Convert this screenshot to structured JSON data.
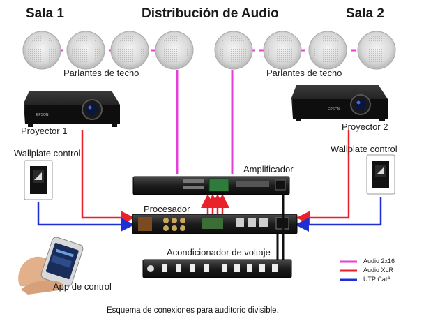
{
  "titles": {
    "room1": "Sala 1",
    "main": "Distribución de Audio",
    "room2": "Sala 2"
  },
  "labels": {
    "speakers_left": "Parlantes de techo",
    "speakers_right": "Parlantes de techo",
    "projector1": "Proyector 1",
    "projector2": "Proyector 2",
    "wallplate_left": "Wallplate control",
    "wallplate_right": "Wallplate control",
    "amplifier": "Amplificador",
    "processor": "Procesador",
    "conditioner": "Acondicionador de voltaje",
    "app": "App de control",
    "projector_brand": "EPSON"
  },
  "legend": [
    {
      "label": "Audio 2x16",
      "color": "#e63fd8"
    },
    {
      "label": "Audio XLR",
      "color": "#e8212a"
    },
    {
      "label": "UTP Cat6",
      "color": "#1f2fd6"
    }
  ],
  "colors": {
    "speaker_link": "#e63fd8",
    "audio_xlr": "#e8212a",
    "utp": "#1f2fd6",
    "power": "#111111"
  },
  "caption": "Esquema de conexiones para auditorio divisible."
}
